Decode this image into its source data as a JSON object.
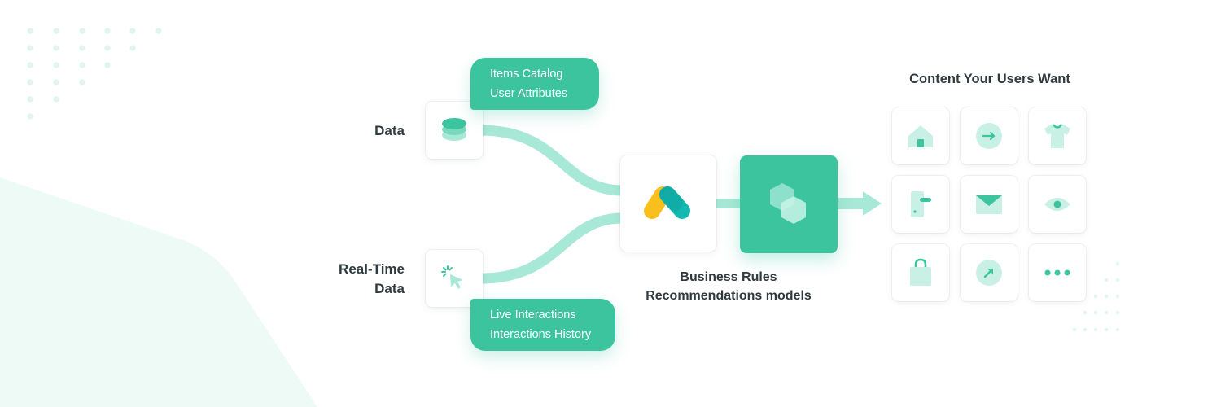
{
  "inputs": {
    "data_label": "Data",
    "realtime_label_line1": "Real-Time",
    "realtime_label_line2": "Data"
  },
  "bubbles": {
    "top": [
      "Items Catalog",
      "User Attributes"
    ],
    "bottom": [
      "Live Interactions",
      "Interactions History"
    ]
  },
  "engine": {
    "line1": "Business Rules",
    "line2": "Recommendations models"
  },
  "output": {
    "title": "Content Your Users Want",
    "tiles": [
      "home-icon",
      "arrow-right-icon",
      "tshirt-icon",
      "door-icon",
      "mail-icon",
      "eye-icon",
      "shopping-bag-icon",
      "arrow-up-right-icon",
      "more-icon"
    ]
  },
  "colors": {
    "primary": "#3cc49f",
    "flow": "#a8e8d6",
    "light_icon": "#c9f0e4",
    "text": "#2f3a3e",
    "logo_yellow": "#f9bf1f",
    "logo_teal": "#13b8b0",
    "background_shape": "#eefaf6"
  }
}
